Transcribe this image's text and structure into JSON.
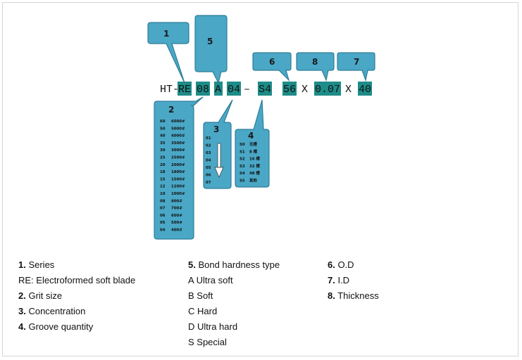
{
  "code": {
    "prefix": "HT-",
    "series": "RE",
    "grit": "08",
    "bond": "A",
    "concentration": "04",
    "dash": "–",
    "groove": "S4",
    "od": "56",
    "x1": "X",
    "thickness": "0.07",
    "x2": "X",
    "id": "40"
  },
  "callouts": {
    "c1": "1",
    "c2": "2",
    "c3": "3",
    "c4": "4",
    "c5": "5",
    "c6": "6",
    "c7": "7",
    "c8": "8"
  },
  "grit_table": [
    [
      "60",
      "6000#"
    ],
    [
      "50",
      "5000#"
    ],
    [
      "40",
      "4000#"
    ],
    [
      "35",
      "3500#"
    ],
    [
      "30",
      "3000#"
    ],
    [
      "25",
      "2500#"
    ],
    [
      "20",
      "2000#"
    ],
    [
      "18",
      "1800#"
    ],
    [
      "15",
      "1500#"
    ],
    [
      "12",
      "1200#"
    ],
    [
      "10",
      "1000#"
    ],
    [
      "08",
      "800#"
    ],
    [
      "07",
      "700#"
    ],
    [
      "06",
      "600#"
    ],
    [
      "05",
      "500#"
    ],
    [
      "04",
      "400#"
    ]
  ],
  "concentration_list": [
    "01",
    "02",
    "03",
    "04",
    "05",
    "06",
    "07"
  ],
  "groove_table": [
    [
      "S0",
      "无槽"
    ],
    [
      "S1",
      "8 槽"
    ],
    [
      "S2",
      "16 槽"
    ],
    [
      "S3",
      "32 槽"
    ],
    [
      "S4",
      "48 槽"
    ],
    [
      "S5",
      "其他"
    ]
  ],
  "legend": {
    "col1": [
      {
        "num": "1.",
        "text": " Series"
      },
      {
        "num": "",
        "text": "RE: Electroformed soft blade"
      },
      {
        "num": "2.",
        "text": " Grit size"
      },
      {
        "num": "3.",
        "text": " Concentration"
      },
      {
        "num": "4.",
        "text": " Groove quantity"
      }
    ],
    "col2": [
      {
        "num": "5.",
        "text": " Bond hardness type"
      },
      {
        "num": "",
        "text": "A Ultra soft"
      },
      {
        "num": "",
        "text": "B Soft"
      },
      {
        "num": "",
        "text": "C Hard"
      },
      {
        "num": "",
        "text": "D Ultra hard"
      },
      {
        "num": "",
        "text": "S Special"
      }
    ],
    "col3": [
      {
        "num": "6.",
        "text": " O.D"
      },
      {
        "num": "7.",
        "text": " I.D"
      },
      {
        "num": "8.",
        "text": " Thickness"
      }
    ]
  }
}
